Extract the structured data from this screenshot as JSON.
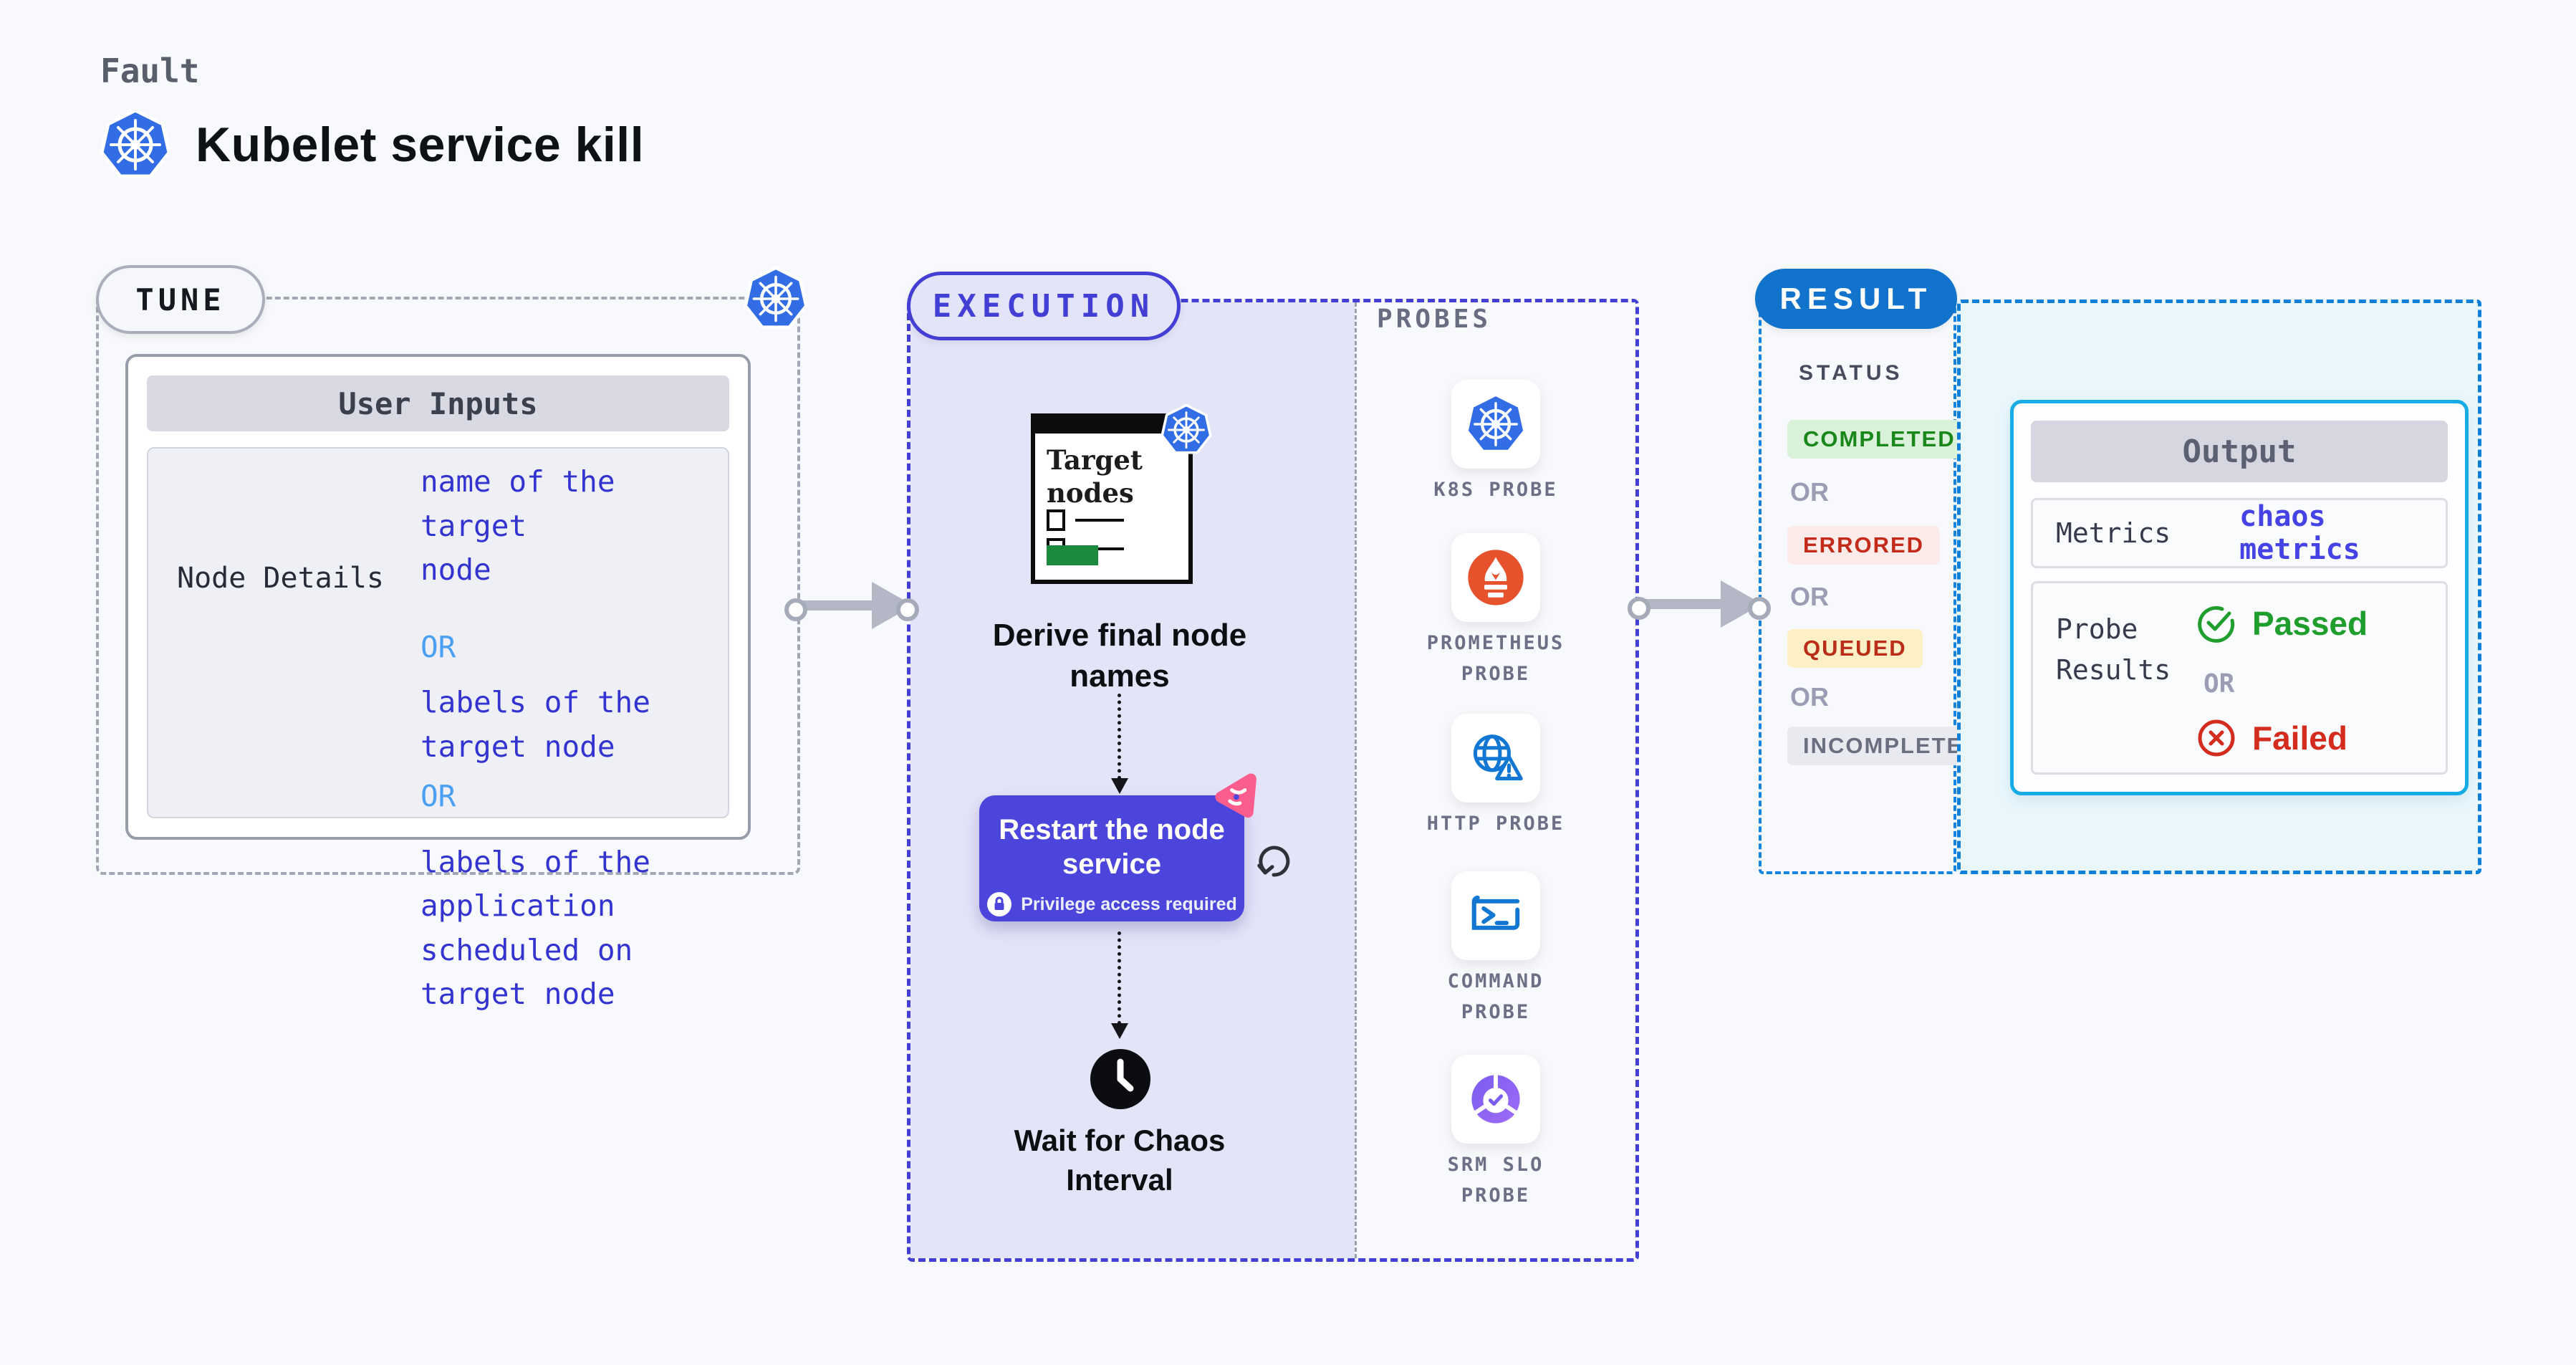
{
  "page": {
    "fault_label": "Fault",
    "title": "Kubelet service kill",
    "background": "#f8f9fc"
  },
  "tune": {
    "badge": "TUNE",
    "panel_title": "User Inputs",
    "row_label": "Node Details",
    "value_1": "name of the target\nnode",
    "or_1": "OR",
    "value_2": "labels of the\ntarget node",
    "or_2": "OR",
    "value_3": "labels of the application\nscheduled on target node"
  },
  "execution": {
    "badge": "EXECUTION",
    "target_nodes_title": "Target\nnodes",
    "step1_label": "Derive final node\nnames",
    "step2_label": "Restart the node\nservice",
    "step2_note": "Privilege access required",
    "step3_label": "Wait for Chaos\nInterval",
    "probes_title": "PROBES",
    "probes": [
      {
        "label": "K8S PROBE",
        "icon": "kubernetes-icon"
      },
      {
        "label": "PROMETHEUS\nPROBE",
        "icon": "prometheus-icon"
      },
      {
        "label": "HTTP PROBE",
        "icon": "http-globe-warning-icon"
      },
      {
        "label": "COMMAND\nPROBE",
        "icon": "terminal-icon"
      },
      {
        "label": "SRM SLO\nPROBE",
        "icon": "srm-slo-pie-icon"
      }
    ]
  },
  "result": {
    "badge": "RESULT",
    "status_title": "STATUS",
    "or_label": "OR",
    "statuses": [
      {
        "label": "COMPLETED",
        "bg": "#d9f2d9",
        "color": "#1a871a"
      },
      {
        "label": "ERRORED",
        "bg": "#fcebe9",
        "color": "#c32a1a"
      },
      {
        "label": "QUEUED",
        "bg": "#fdf0c6",
        "color": "#ba2d18"
      },
      {
        "label": "INCOMPLETED",
        "bg": "#e9e9f0",
        "color": "#696e80"
      }
    ],
    "output": {
      "title": "Output",
      "metrics_label": "Metrics",
      "metrics_value": "chaos metrics",
      "probe_results_label": "Probe\nResults",
      "passed_label": "Passed",
      "or_label": "OR",
      "failed_label": "Failed"
    }
  },
  "colors": {
    "accent_indigo": "#443fd4",
    "execution_fill": "#e4e4f9",
    "result_badge_blue": "#1273cc",
    "result_dash_blue": "#1383e2",
    "output_border_cyan": "#17ace4",
    "output_fill_cyan": "#e9f7fd",
    "restart_box_indigo": "#4b45dc",
    "value_text_blue": "#3334d0",
    "or_text_blue": "#49a0f2",
    "passed_green": "#209e2d",
    "failed_red": "#d32b1d",
    "kubernetes_blue": "#326de6",
    "prometheus_orange": "#e6522c",
    "litmus_pink": "#fb5e8e",
    "arrow_grey": "#b4b7c5"
  }
}
